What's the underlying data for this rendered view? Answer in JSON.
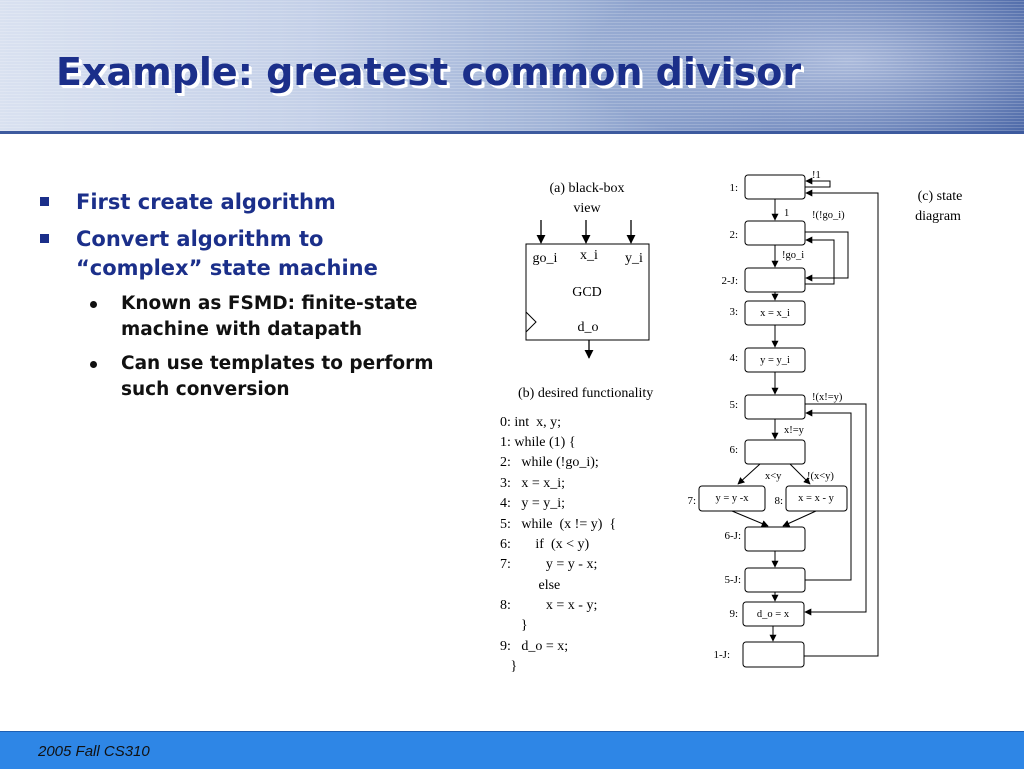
{
  "slide": {
    "title": "Example: greatest common divisor",
    "footer": "2005 Fall CS310"
  },
  "bullets": [
    {
      "text": "First create algorithm",
      "level": 1
    },
    {
      "text": "Convert algorithm to “complex” state machine",
      "level": 1
    },
    {
      "text": "Known as FSMD: finite-state machine with datapath",
      "level": 2
    },
    {
      "text": "Can use templates to perform such conversion",
      "level": 2
    }
  ],
  "blackbox": {
    "caption_line1": "(a) black-box",
    "caption_line2": "view",
    "inputs": [
      "go_i",
      "x_i",
      "y_i"
    ],
    "name": "GCD",
    "output": "d_o"
  },
  "functionality": {
    "caption": "(b) desired functionality",
    "lines": [
      "0: int  x, y;",
      "1: while (1) {",
      "2:   while (!go_i);",
      "3:   x = x_i;",
      "4:   y = y_i;",
      "5:   while  (x != y)  {",
      "6:       if  (x < y)",
      "7:          y = y - x;",
      "           else",
      "8:          x = x - y;",
      "      }",
      "9:   d_o = x;",
      "   }"
    ]
  },
  "state_diagram": {
    "caption_line1": "(c) state",
    "caption_line2": "diagram",
    "state_labels": [
      "1:",
      "2:",
      "2-J:",
      "3:",
      "4:",
      "5:",
      "6:",
      "7:",
      "8:",
      "6-J:",
      "5-J:",
      "9:",
      "1-J:"
    ],
    "state_actions": {
      "s3": "x = x_i",
      "s4": "y = y_i",
      "s7": "y = y -x",
      "s8": "x = x - y",
      "s9": "d_o = x"
    },
    "edge_labels": {
      "not1": "!1",
      "one": "1",
      "not_not_go": "!(!go_i)",
      "not_go": "!go_i",
      "not_neq": "!(x!=y)",
      "neq": "x!=y",
      "lt": "x<y",
      "not_lt": "!(x<y)"
    }
  }
}
